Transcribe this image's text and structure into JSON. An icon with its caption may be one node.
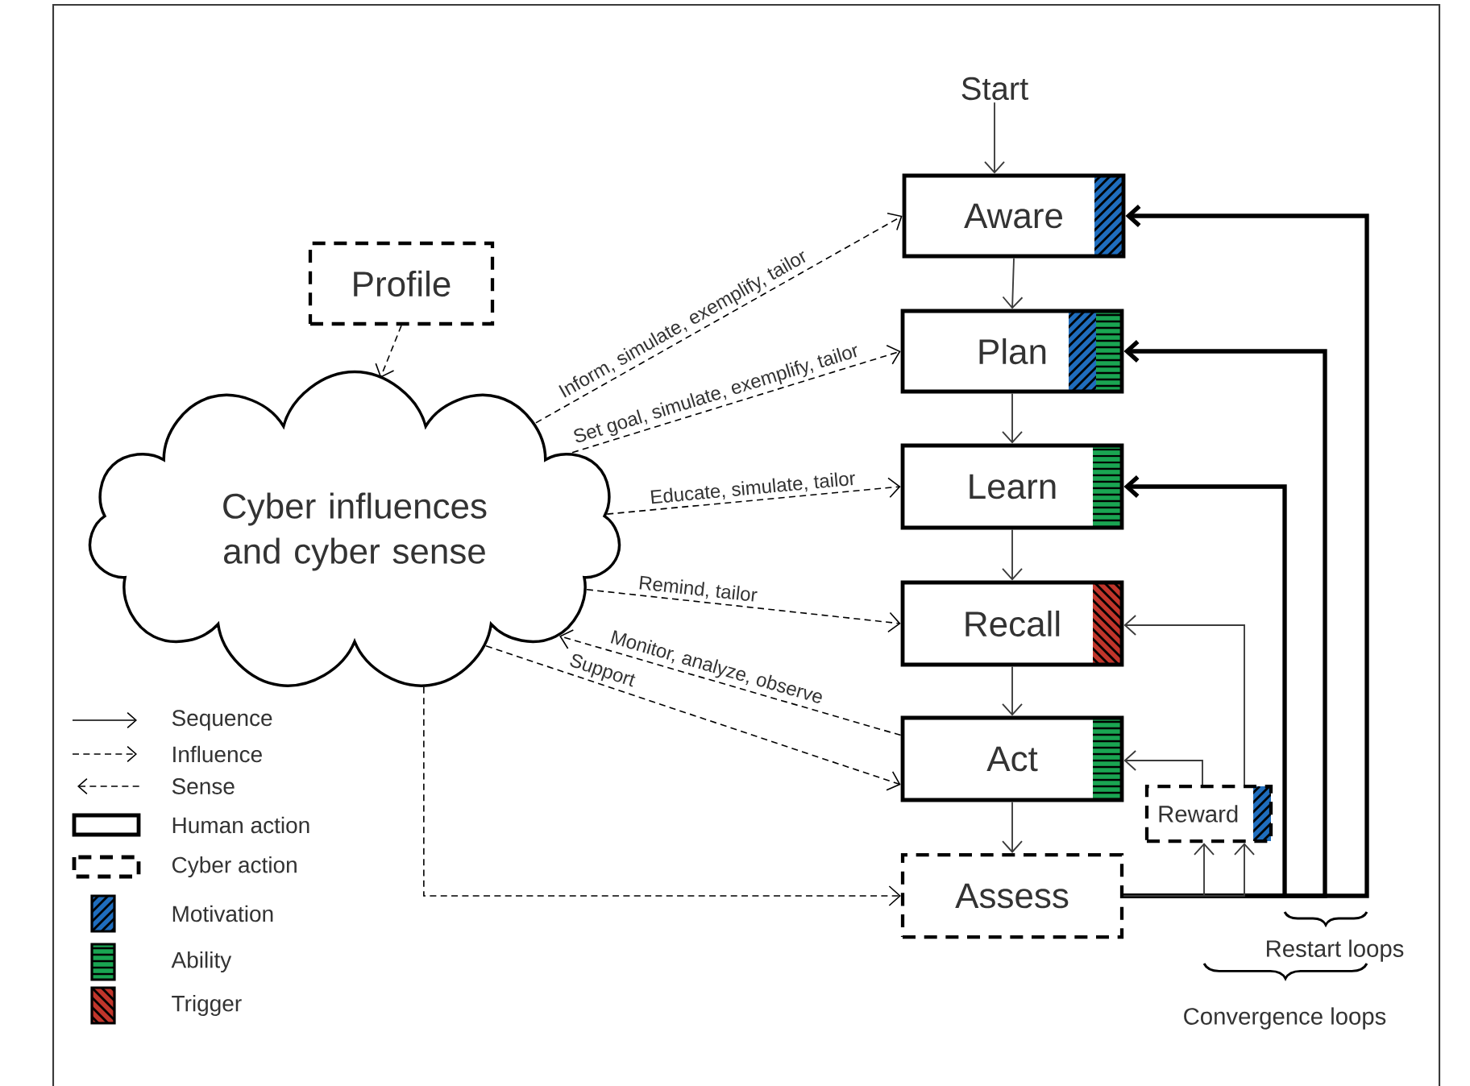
{
  "diagram": {
    "nodes": [
      {
        "text": [
          "Start"
        ]
      },
      {
        "text": [
          "Aware"
        ]
      },
      {
        "text": [
          "Plan"
        ]
      },
      {
        "text": [
          "Learn"
        ]
      },
      {
        "text": [
          "Recall"
        ]
      },
      {
        "text": [
          "Act"
        ]
      },
      {
        "text": [
          "Assess"
        ]
      },
      {
        "text": [
          "Reward"
        ]
      },
      {
        "text": [
          "Profile"
        ]
      },
      {
        "text": [
          "Cyber influences and cyber sense"
        ]
      }
    ],
    "edges": [
      {
        "from": 0,
        "to": 1,
        "arrow": "to"
      },
      {
        "from": 1,
        "to": 2,
        "arrow": "to"
      },
      {
        "from": 2,
        "to": 3,
        "arrow": "to"
      },
      {
        "from": 3,
        "to": 4,
        "arrow": "to"
      },
      {
        "from": 4,
        "to": 5,
        "arrow": "to"
      },
      {
        "from": 5,
        "to": 6,
        "arrow": "to"
      },
      {
        "from": 6,
        "to": 1,
        "arrow": "to",
        "style": "thick"
      },
      {
        "from": 6,
        "to": 2,
        "arrow": "to",
        "style": "thick"
      },
      {
        "from": 6,
        "to": 3,
        "arrow": "to",
        "style": "thick"
      },
      {
        "from": 6,
        "to": 7,
        "arrow": "to"
      },
      {
        "from": 6,
        "to": 7,
        "arrow": "to"
      },
      {
        "from": 7,
        "to": 5,
        "arrow": "to"
      },
      {
        "from": 7,
        "to": 4,
        "arrow": "to"
      },
      {
        "from": 8,
        "to": 9,
        "arrow": "to",
        "style": "dashed"
      },
      {
        "from": 9,
        "to": 1,
        "arrow": "to",
        "style": "dashed",
        "label": "Inform, simulate, exemplify, tailor"
      },
      {
        "from": 9,
        "to": 2,
        "arrow": "to",
        "style": "dashed",
        "label": "Set goal, simulate, exemplify, tailor"
      },
      {
        "from": 9,
        "to": 3,
        "arrow": "to",
        "style": "dashed",
        "label": "Educate, simulate, tailor"
      },
      {
        "from": 9,
        "to": 4,
        "arrow": "to",
        "style": "dashed",
        "label": "Remind, tailor"
      },
      {
        "from": 5,
        "to": 9,
        "arrow": "to",
        "style": "dashed",
        "label": "Monitor, analyze, observe"
      },
      {
        "from": 9,
        "to": 5,
        "arrow": "to",
        "style": "dashed",
        "label": "Support"
      },
      {
        "from": 9,
        "to": 6,
        "arrow": "to",
        "style": "dashed"
      }
    ],
    "labels": [
      "Restart loops",
      "Convergence loops"
    ],
    "legend": [
      {
        "text": "Sequence"
      },
      {
        "text": "Influence"
      },
      {
        "text": "Sense"
      },
      {
        "text": "Human action"
      },
      {
        "text": "Cyber action"
      },
      {
        "text": "Motivation",
        "color": "#1f6dbd"
      },
      {
        "text": "Ability",
        "color": "#1aa552"
      },
      {
        "text": "Trigger",
        "color": "#c0352b"
      }
    ]
  }
}
